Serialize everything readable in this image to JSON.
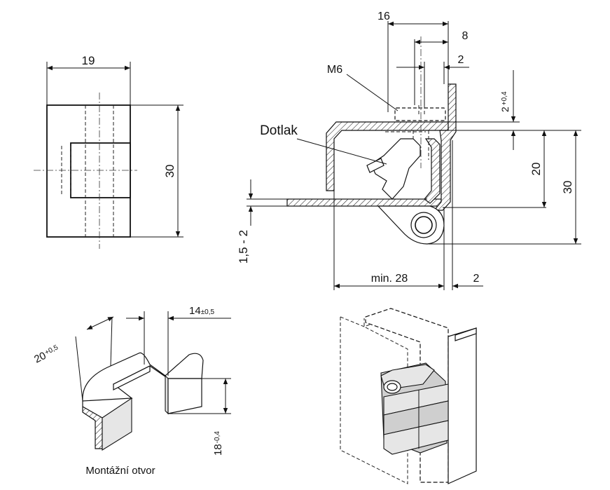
{
  "front_view": {
    "width": "19",
    "height": "30"
  },
  "section_view": {
    "dim_top": "16",
    "dim_8": "8",
    "dim_2_top": "2",
    "screw": "M6",
    "pusher": "Dotlak",
    "tol_base": "2",
    "tol_sup": "+0,4",
    "dim_20": "20",
    "dim_30": "30",
    "sheet": "1,5 - 2",
    "min_length": "min. 28",
    "dim_2_bottom": "2"
  },
  "cutout_view": {
    "dim_20_base": "20",
    "dim_20_sup": "+0,5",
    "dim_14_base": "14",
    "dim_14_sup": "±0,5",
    "dim_18_base": "18",
    "dim_18_sup": "-0,4",
    "caption": "Montážní otvor"
  }
}
